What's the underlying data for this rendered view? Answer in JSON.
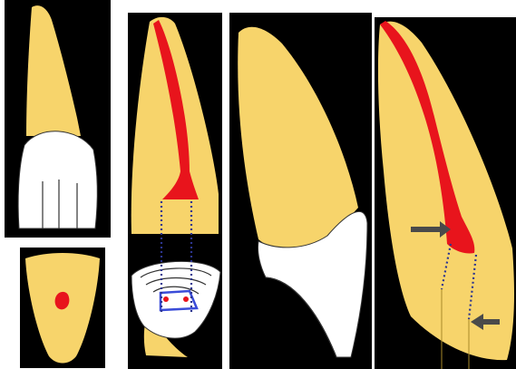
{
  "colors": {
    "background": "#000000",
    "tooth": "#f7d46b",
    "crown": "#ffffff",
    "pulp": "#e8141c",
    "guide_dots": "#2c3590",
    "arrow": "#4a4a4a",
    "reference_line": "#a88a2a"
  },
  "panels": [
    {
      "id": "labial-view",
      "content": "tooth-with-white-crown"
    },
    {
      "id": "cross-section-view",
      "content": "tooth-section-with-red-pulp-chamber"
    },
    {
      "id": "pulp-dissection-view",
      "content": "root-with-red-canal-and-access-cavity"
    },
    {
      "id": "proximal-view",
      "content": "tooth-with-white-crown"
    },
    {
      "id": "proximal-canal-view",
      "content": "root-with-red-canal-and-arrows"
    }
  ],
  "icons": [
    "arrow-right-icon",
    "arrow-left-icon"
  ]
}
